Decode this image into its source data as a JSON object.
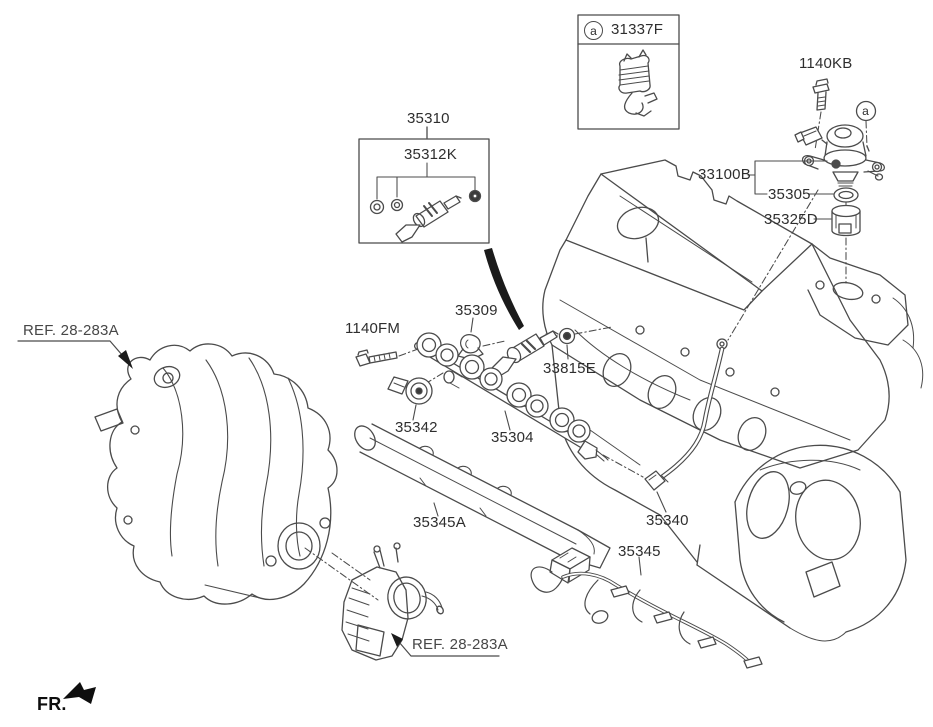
{
  "page": {
    "background": "#ffffff",
    "line_color": "#4b4b4b",
    "text_color": "#2e2e2e"
  },
  "callout_box": {
    "letter": "a",
    "part_number": "31337F"
  },
  "pump_callout": {
    "letter": "a"
  },
  "part_labels": {
    "pump_bolt": "1140KB",
    "pump_assy": "33100B",
    "pump_oring": "35305",
    "roller_tappet": "35325D",
    "injector_assy": "35310",
    "injector_seal_kit": "35312K",
    "rail_bolt": "1140FM",
    "injector_clip": "35309",
    "grommet": "33815E",
    "pressure_sensor": "35342",
    "fuel_rail": "35304",
    "rail_protector": "35345A",
    "high_pressure_pipe": "35340",
    "injector_harness": "35345"
  },
  "references": {
    "left": "REF. 28-283A",
    "bottom": "REF. 28-283A"
  },
  "orientation": {
    "front_label": "FR."
  }
}
